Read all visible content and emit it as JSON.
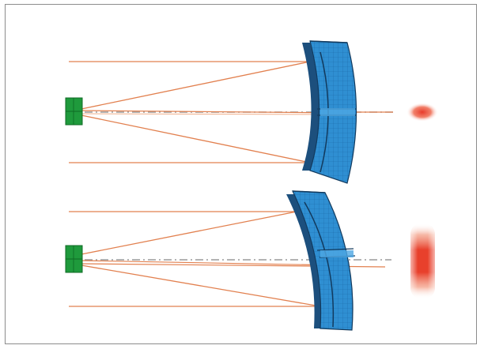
{
  "figure": {
    "panels": [
      {
        "id": "top",
        "mirror_state": "aligned",
        "spot": "compact"
      },
      {
        "id": "bottom",
        "mirror_state": "tilted",
        "spot": "elongated"
      }
    ]
  },
  "colors": {
    "frame_border": "#8c8c8c",
    "ray": "#e2804f",
    "ray_light": "#f0b08c",
    "axis_dash": "#9a9a9a",
    "mirror_face": "#2f8fd2",
    "mirror_face_light": "#4fa8e4",
    "mirror_edge": "#123a5e",
    "mirror_back": "#1c4f7d",
    "detector": "#1f9a3c",
    "detector_dark": "#0f6a24",
    "spot_center": "#e83a2a",
    "spot_edge": "#ffffff"
  },
  "icons": {
    "detector": "green-detector-block-icon",
    "mirror": "curved-segmented-mirror-icon",
    "spot": "red-focal-spot-icon"
  }
}
